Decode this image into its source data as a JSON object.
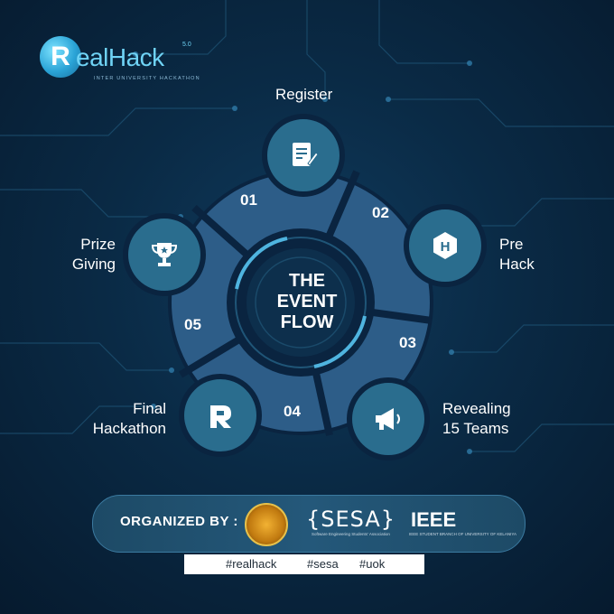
{
  "brand": {
    "name": "ealHack",
    "logo_letter": "R",
    "version": "5.0",
    "tagline": "INTER UNIVERSITY HACKATHON"
  },
  "center": {
    "line1": "THE",
    "line2": "EVENT",
    "line3": "FLOW"
  },
  "steps": [
    {
      "number": "01",
      "title_lines": [
        "Register"
      ],
      "icon": "document-edit-icon"
    },
    {
      "number": "02",
      "title_lines": [
        "Pre",
        "Hack"
      ],
      "icon": "hexagon-h-icon"
    },
    {
      "number": "03",
      "title_lines": [
        "Revealing",
        "15 Teams"
      ],
      "icon": "megaphone-icon"
    },
    {
      "number": "04",
      "title_lines": [
        "Final",
        "Hackathon"
      ],
      "icon": "realhack-r-icon"
    },
    {
      "number": "05",
      "title_lines": [
        "Prize",
        "Giving"
      ],
      "icon": "trophy-icon"
    }
  ],
  "organizers": {
    "label": "ORGANIZED BY :",
    "sesa": "{SESA}",
    "sesa_sub": "Software Engineering Students' Association",
    "ieee": "IEEE",
    "ieee_sub": "IEEE STUDENT BRANCH OF UNIVERSITY OF KELANIYA"
  },
  "hashtags": [
    "#realhack",
    "#sesa",
    "#uok"
  ],
  "colors": {
    "background": "#0a2a45",
    "ring": "#2f5f8a",
    "node": "#2a6d8e",
    "accent": "#6fd3f5"
  }
}
